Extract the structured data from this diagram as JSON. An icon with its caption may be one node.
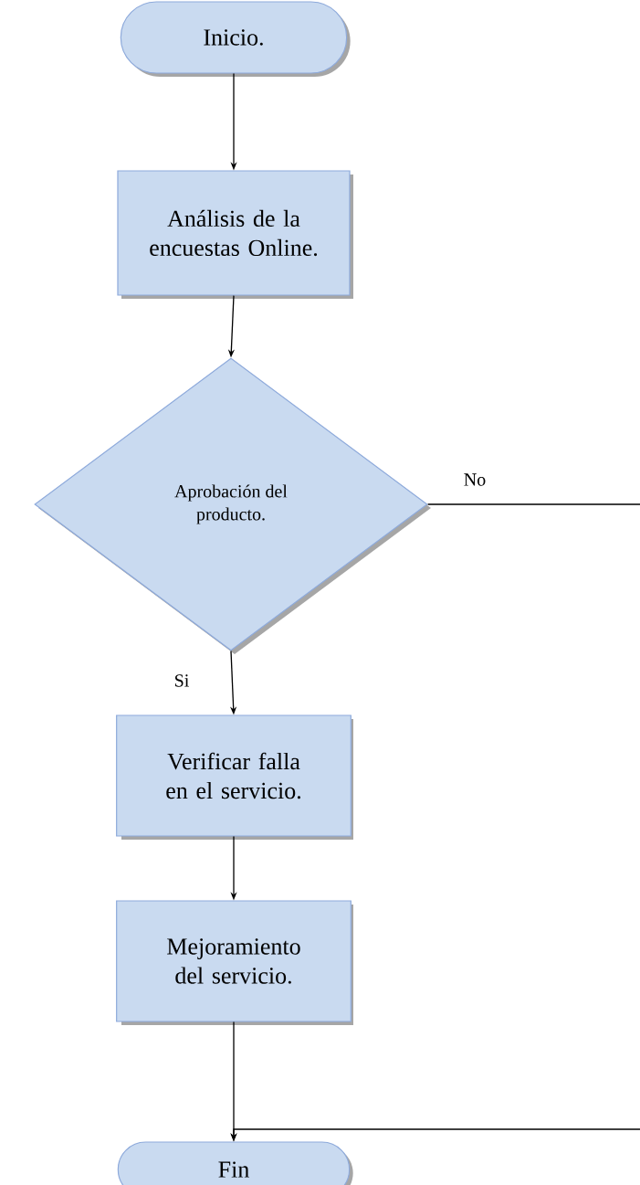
{
  "diagram": {
    "nodes": [
      {
        "text": [
          "Inicio."
        ]
      },
      {
        "text": [
          "Análisis de la encuestas Online."
        ]
      },
      {
        "text": [
          "Aprobación del producto."
        ]
      },
      {
        "text": [
          "Verificar falla en el servicio."
        ]
      },
      {
        "text": [
          "Mejoramiento del servicio."
        ]
      },
      {
        "text": [
          "Fin"
        ]
      }
    ],
    "edges": [
      {
        "from": 0,
        "to": 1,
        "arrow": "to"
      },
      {
        "from": 1,
        "to": 2,
        "arrow": "to"
      },
      {
        "from": 2,
        "to": 3,
        "arrow": "to",
        "label": "Si"
      },
      {
        "from": 3,
        "to": 4,
        "arrow": "to"
      },
      {
        "from": 4,
        "to": 5,
        "arrow": "to"
      },
      {
        "from": 2,
        "to": 5,
        "arrow": "to",
        "label": "No"
      }
    ]
  }
}
